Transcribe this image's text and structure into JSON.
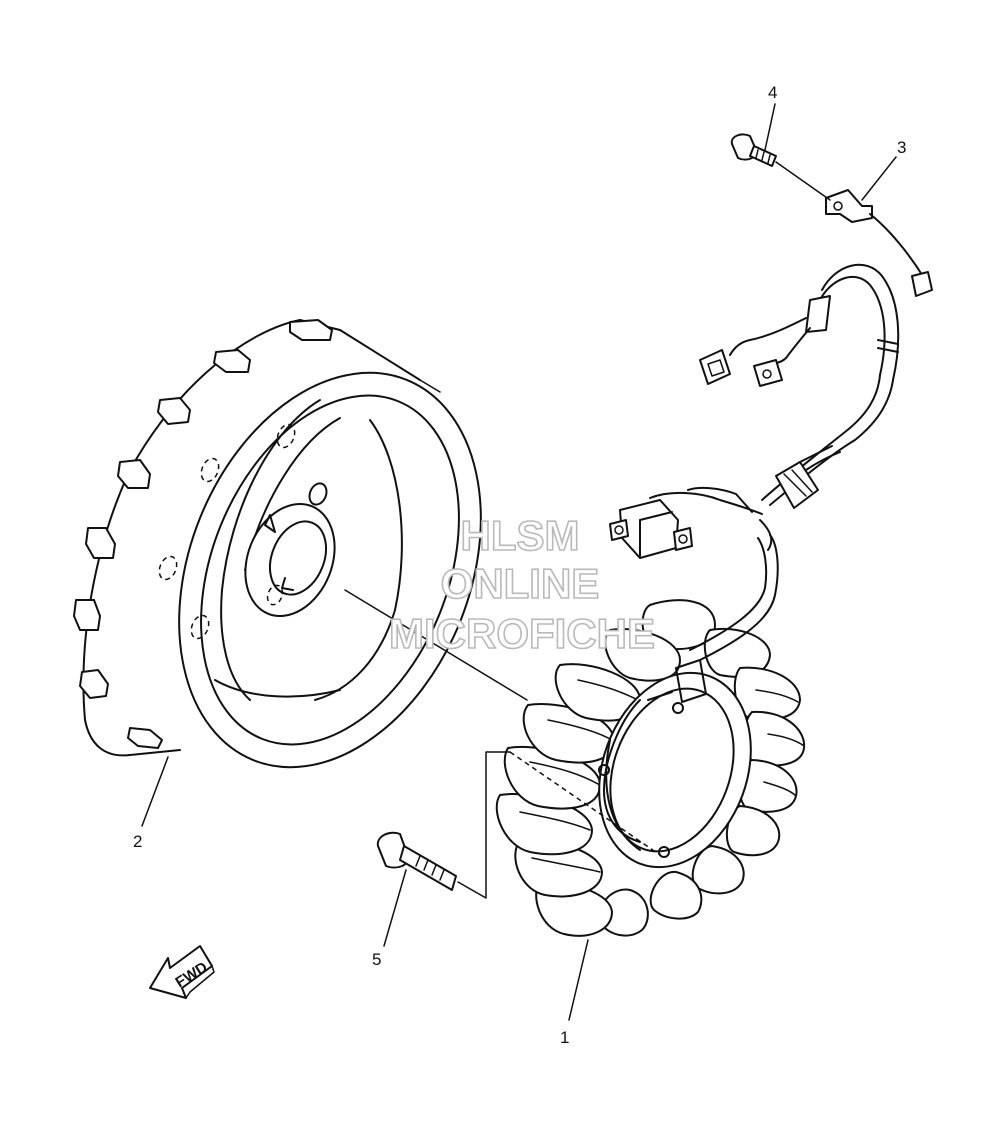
{
  "diagram": {
    "callouts": [
      {
        "id": "1",
        "label": "1"
      },
      {
        "id": "2",
        "label": "2"
      },
      {
        "id": "3",
        "label": "3"
      },
      {
        "id": "4",
        "label": "4"
      },
      {
        "id": "5",
        "label": "5"
      }
    ],
    "direction_label": "FWD",
    "watermark": [
      "HLSM",
      "ONLINE",
      "MICROFICHE"
    ]
  }
}
